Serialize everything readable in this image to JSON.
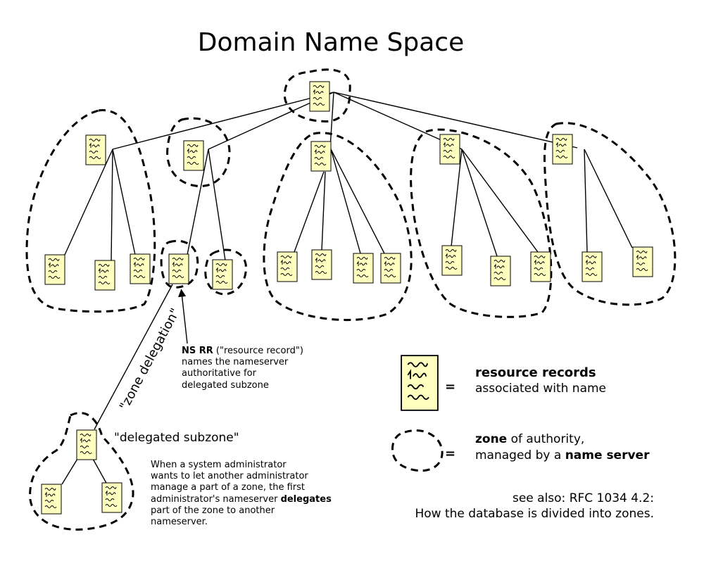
{
  "title": "Domain Name Space",
  "labels": {
    "zone_delegation": "\"zone delegation\"",
    "delegated_subzone": "\"delegated subzone\"",
    "ns_rr": {
      "bold": "NS RR",
      "line1_rest": " (\"resource record\")",
      "line2": "names the nameserver",
      "line3": "authoritative for",
      "line4": "delegated subzone"
    },
    "explanation": {
      "line1": "When a system administrator",
      "line2": "wants to let another administrator",
      "line3": "manage a part of a zone, the first",
      "line4_pre": "administrator's nameserver ",
      "line4_bold": "delegates",
      "line5": "part of the zone to another",
      "line6": "nameserver."
    }
  },
  "legend": {
    "records_title": "resource records",
    "records_sub": "associated with name",
    "zone_bold": "zone",
    "zone_rest": " of authority,",
    "managed_pre": "managed by a ",
    "managed_bold": "name server",
    "equals": "="
  },
  "see_also": {
    "line1": "see also: RFC 1034 4.2:",
    "line2": "How the database is divided into zones."
  },
  "colors": {
    "record_fill": "#ffffc0",
    "ink": "#000000"
  }
}
